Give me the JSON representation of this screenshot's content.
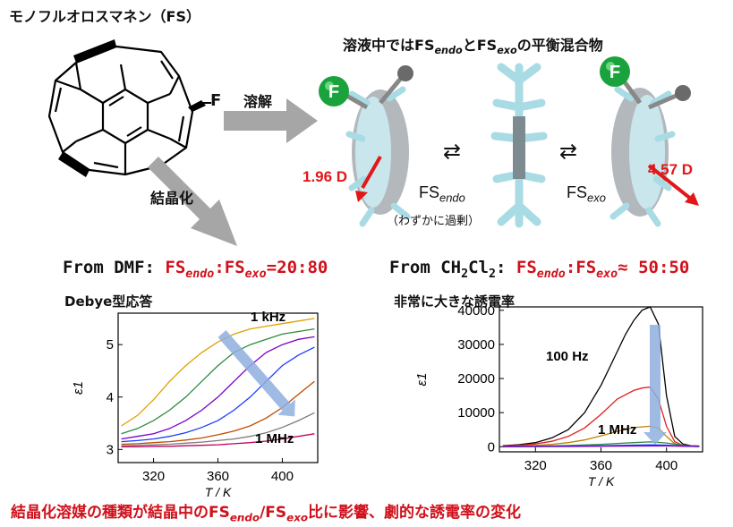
{
  "top_title": "モノフルオロスマネン（FS）",
  "equilibrium_title_pre": "溶液中では",
  "equilibrium_title_mid": "と",
  "equilibrium_title_post": "の平衡混合物",
  "fs": "FS",
  "endo": "endo",
  "exo": "exo",
  "f_atom": "F",
  "arrow_dissolve": "溶解",
  "arrow_crystallize": "結晶化",
  "equilibrium_symbol": "⇄",
  "dipole_endo": "1.96 D",
  "dipole_exo": "4.57 D",
  "slight_excess": "（わずかに過剰）",
  "dmf_label": "From DMF: ",
  "dmf_ratio_sep": ":",
  "dmf_ratio": "=20:80",
  "ch2cl2_label_pre": "From CH",
  "ch2cl2_sub1": "2",
  "ch2cl2_label_mid": "Cl",
  "ch2cl2_sub2": "2",
  "ch2cl2_label_post": ": ",
  "ch2cl2_ratio_sep": ":",
  "ch2cl2_ratio": "≈ 50:50",
  "left_chart_title": "Debye型応答",
  "right_chart_title": "非常に大きな誘電率",
  "bottom_conclusion_pre": "結晶化溶媒の種類が結晶中の",
  "bottom_conclusion_slash": "/",
  "bottom_conclusion_post": "比に影響、劇的な誘電率の変化",
  "colors": {
    "red": "#d0101a",
    "arrow_gray": "#a6a6a6",
    "blue_arrow": "#8fb0e0",
    "fluorine_green": "#1aa33c"
  },
  "chart_data": [
    {
      "type": "line",
      "title": "Debye型応答",
      "xlabel": "T / K",
      "ylabel": "ε1",
      "xlim": [
        298,
        422
      ],
      "ylim": [
        2.75,
        5.6
      ],
      "xticks": [
        320,
        360,
        400
      ],
      "yticks": [
        3,
        4,
        5
      ],
      "annotations": [
        "1 kHz",
        "1 MHz"
      ],
      "series": [
        {
          "color": "#e0a000",
          "x": [
            300,
            310,
            320,
            330,
            340,
            350,
            360,
            370,
            380,
            390,
            400,
            410,
            420
          ],
          "y": [
            3.45,
            3.65,
            3.95,
            4.3,
            4.6,
            4.85,
            5.05,
            5.2,
            5.3,
            5.35,
            5.4,
            5.45,
            5.5
          ]
        },
        {
          "color": "#2e8b3a",
          "x": [
            300,
            310,
            320,
            330,
            340,
            350,
            360,
            370,
            380,
            390,
            400,
            410,
            420
          ],
          "y": [
            3.3,
            3.4,
            3.55,
            3.75,
            4.0,
            4.3,
            4.6,
            4.85,
            5.0,
            5.1,
            5.2,
            5.25,
            5.3
          ]
        },
        {
          "color": "#7a00c8",
          "x": [
            300,
            310,
            320,
            330,
            340,
            350,
            360,
            370,
            380,
            390,
            400,
            410,
            420
          ],
          "y": [
            3.2,
            3.25,
            3.3,
            3.4,
            3.55,
            3.75,
            4.0,
            4.3,
            4.6,
            4.85,
            5.0,
            5.1,
            5.15
          ]
        },
        {
          "color": "#1a3cff",
          "x": [
            300,
            310,
            320,
            330,
            340,
            350,
            360,
            370,
            380,
            390,
            400,
            410,
            420
          ],
          "y": [
            3.15,
            3.17,
            3.2,
            3.25,
            3.32,
            3.42,
            3.55,
            3.75,
            4.0,
            4.3,
            4.6,
            4.8,
            4.95
          ]
        },
        {
          "color": "#c04a00",
          "x": [
            300,
            310,
            320,
            330,
            340,
            350,
            360,
            370,
            380,
            390,
            400,
            410,
            420
          ],
          "y": [
            3.1,
            3.11,
            3.13,
            3.15,
            3.18,
            3.22,
            3.28,
            3.35,
            3.45,
            3.6,
            3.8,
            4.05,
            4.3
          ]
        },
        {
          "color": "#7a7a7a",
          "x": [
            300,
            310,
            320,
            330,
            340,
            350,
            360,
            370,
            380,
            390,
            400,
            410,
            420
          ],
          "y": [
            3.07,
            3.08,
            3.09,
            3.1,
            3.12,
            3.14,
            3.17,
            3.2,
            3.25,
            3.32,
            3.42,
            3.55,
            3.7
          ]
        },
        {
          "color": "#c00060",
          "x": [
            300,
            310,
            320,
            330,
            340,
            350,
            360,
            370,
            380,
            390,
            400,
            410,
            420
          ],
          "y": [
            3.05,
            3.05,
            3.06,
            3.06,
            3.07,
            3.08,
            3.09,
            3.11,
            3.13,
            3.16,
            3.2,
            3.25,
            3.3
          ]
        }
      ]
    },
    {
      "type": "line",
      "title": "非常に大きな誘電率",
      "xlabel": "T / K",
      "ylabel": "ε1",
      "xlim": [
        298,
        422
      ],
      "ylim": [
        -1500,
        41000
      ],
      "xticks": [
        320,
        360,
        400
      ],
      "yticks": [
        0,
        10000,
        20000,
        30000,
        40000
      ],
      "annotations": [
        "100 Hz",
        "1 MHz"
      ],
      "series": [
        {
          "color": "#000000",
          "x": [
            300,
            310,
            320,
            330,
            340,
            350,
            360,
            365,
            370,
            375,
            380,
            385,
            390,
            395,
            400,
            405,
            410,
            415,
            420
          ],
          "y": [
            300,
            600,
            1200,
            2600,
            5000,
            10000,
            18000,
            23000,
            28000,
            33000,
            37000,
            40000,
            41000,
            36000,
            15000,
            3000,
            800,
            300,
            200
          ]
        },
        {
          "color": "#e02020",
          "x": [
            300,
            310,
            320,
            330,
            340,
            350,
            360,
            370,
            380,
            385,
            390,
            395,
            400,
            405,
            410,
            420
          ],
          "y": [
            200,
            400,
            800,
            1600,
            3000,
            5500,
            9500,
            14000,
            16500,
            17200,
            17500,
            14000,
            6000,
            1500,
            400,
            150
          ]
        },
        {
          "color": "#c08000",
          "x": [
            300,
            310,
            320,
            330,
            340,
            350,
            360,
            370,
            380,
            390,
            395,
            400,
            405,
            410,
            420
          ],
          "y": [
            100,
            200,
            400,
            700,
            1200,
            2000,
            3200,
            4500,
            5600,
            6000,
            5500,
            3000,
            900,
            300,
            100
          ]
        },
        {
          "color": "#2e8b3a",
          "x": [
            300,
            320,
            340,
            360,
            380,
            390,
            400,
            410,
            420
          ],
          "y": [
            50,
            150,
            350,
            700,
            1200,
            1400,
            1100,
            400,
            100
          ]
        },
        {
          "color": "#1a3cff",
          "x": [
            300,
            320,
            340,
            360,
            380,
            390,
            400,
            410,
            420
          ],
          "y": [
            30,
            80,
            180,
            320,
            480,
            550,
            480,
            200,
            60
          ]
        },
        {
          "color": "#7a00c8",
          "x": [
            300,
            340,
            380,
            400,
            420
          ],
          "y": [
            20,
            80,
            200,
            220,
            50
          ]
        }
      ]
    }
  ]
}
